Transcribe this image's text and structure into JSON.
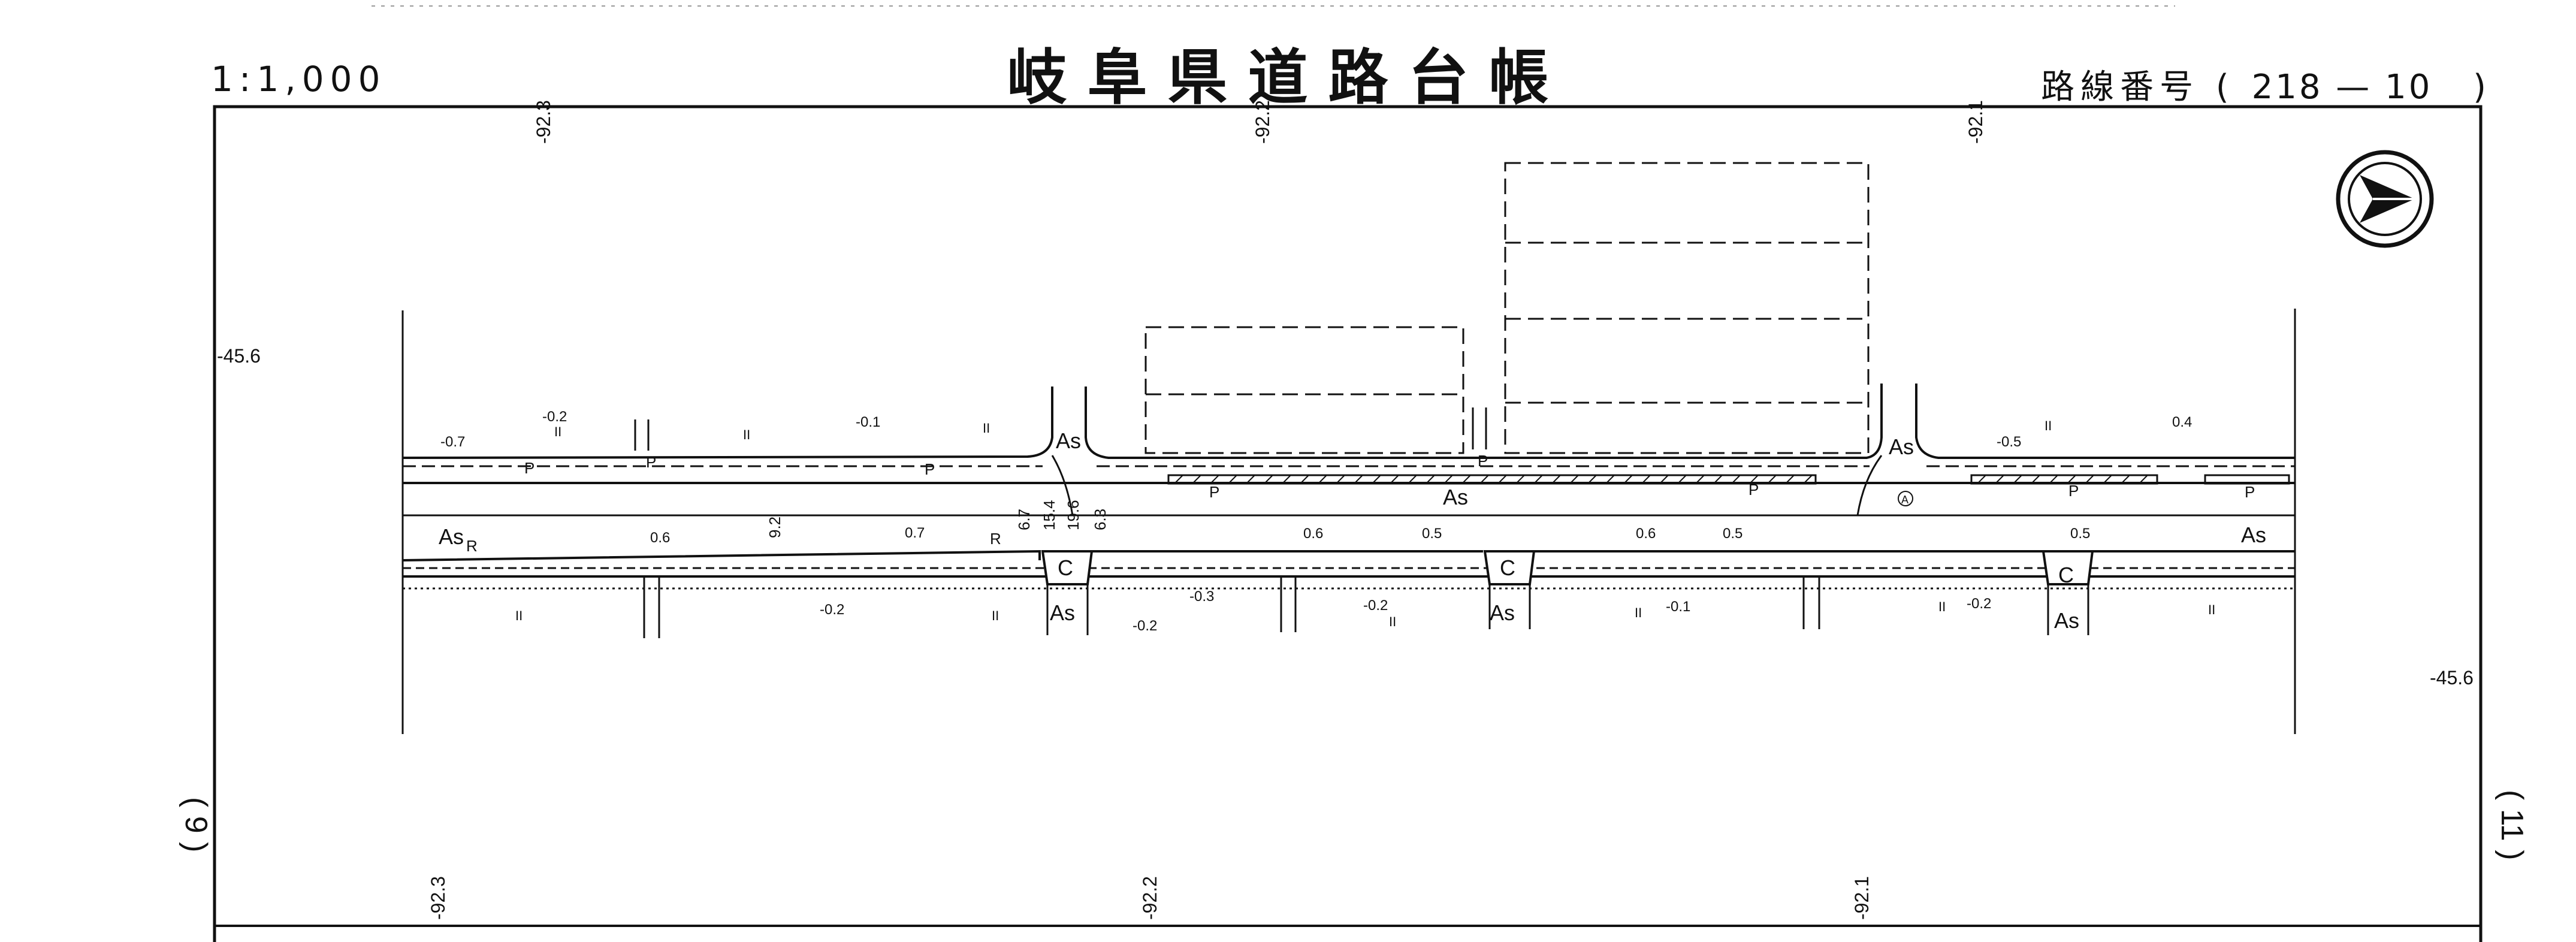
{
  "header": {
    "scale": "1:1,000",
    "title": "岐阜県道路台帳",
    "route_label": "路線番号",
    "route_open": "(",
    "route_number": "218 — 10",
    "route_close": ")"
  },
  "elevations": {
    "top_left": "-92.3",
    "top_mid": "-92.2",
    "top_right": "-92.1",
    "bottom_left": "-92.3",
    "bottom_mid": "-92.2",
    "bottom_right": "-92.1",
    "left_edge": "-45.6",
    "right_edge": "-45.6"
  },
  "sheet_numbers": {
    "left": "( 9 )",
    "right": "( 11 )"
  },
  "surface_labels": {
    "asphalt": "As",
    "concrete": "C",
    "parking": "P",
    "gutter": "R",
    "circled": "A"
  },
  "spot_heights": {
    "upper_row": [
      "-0.7",
      "-0.2",
      "-0.1",
      "-0.5",
      "0.4"
    ],
    "road_row": [
      "0.6",
      "0.7",
      "0.6",
      "0.5",
      "0.6",
      "0.5",
      "0.5"
    ],
    "lower_row": [
      "-0.2",
      "-0.2",
      "-0.3",
      "-0.2",
      "-0.1",
      "-0.2"
    ]
  },
  "widths": [
    "9.2",
    "6.7",
    "15.4",
    "19.6",
    "6.3"
  ],
  "tick_mark": "II"
}
